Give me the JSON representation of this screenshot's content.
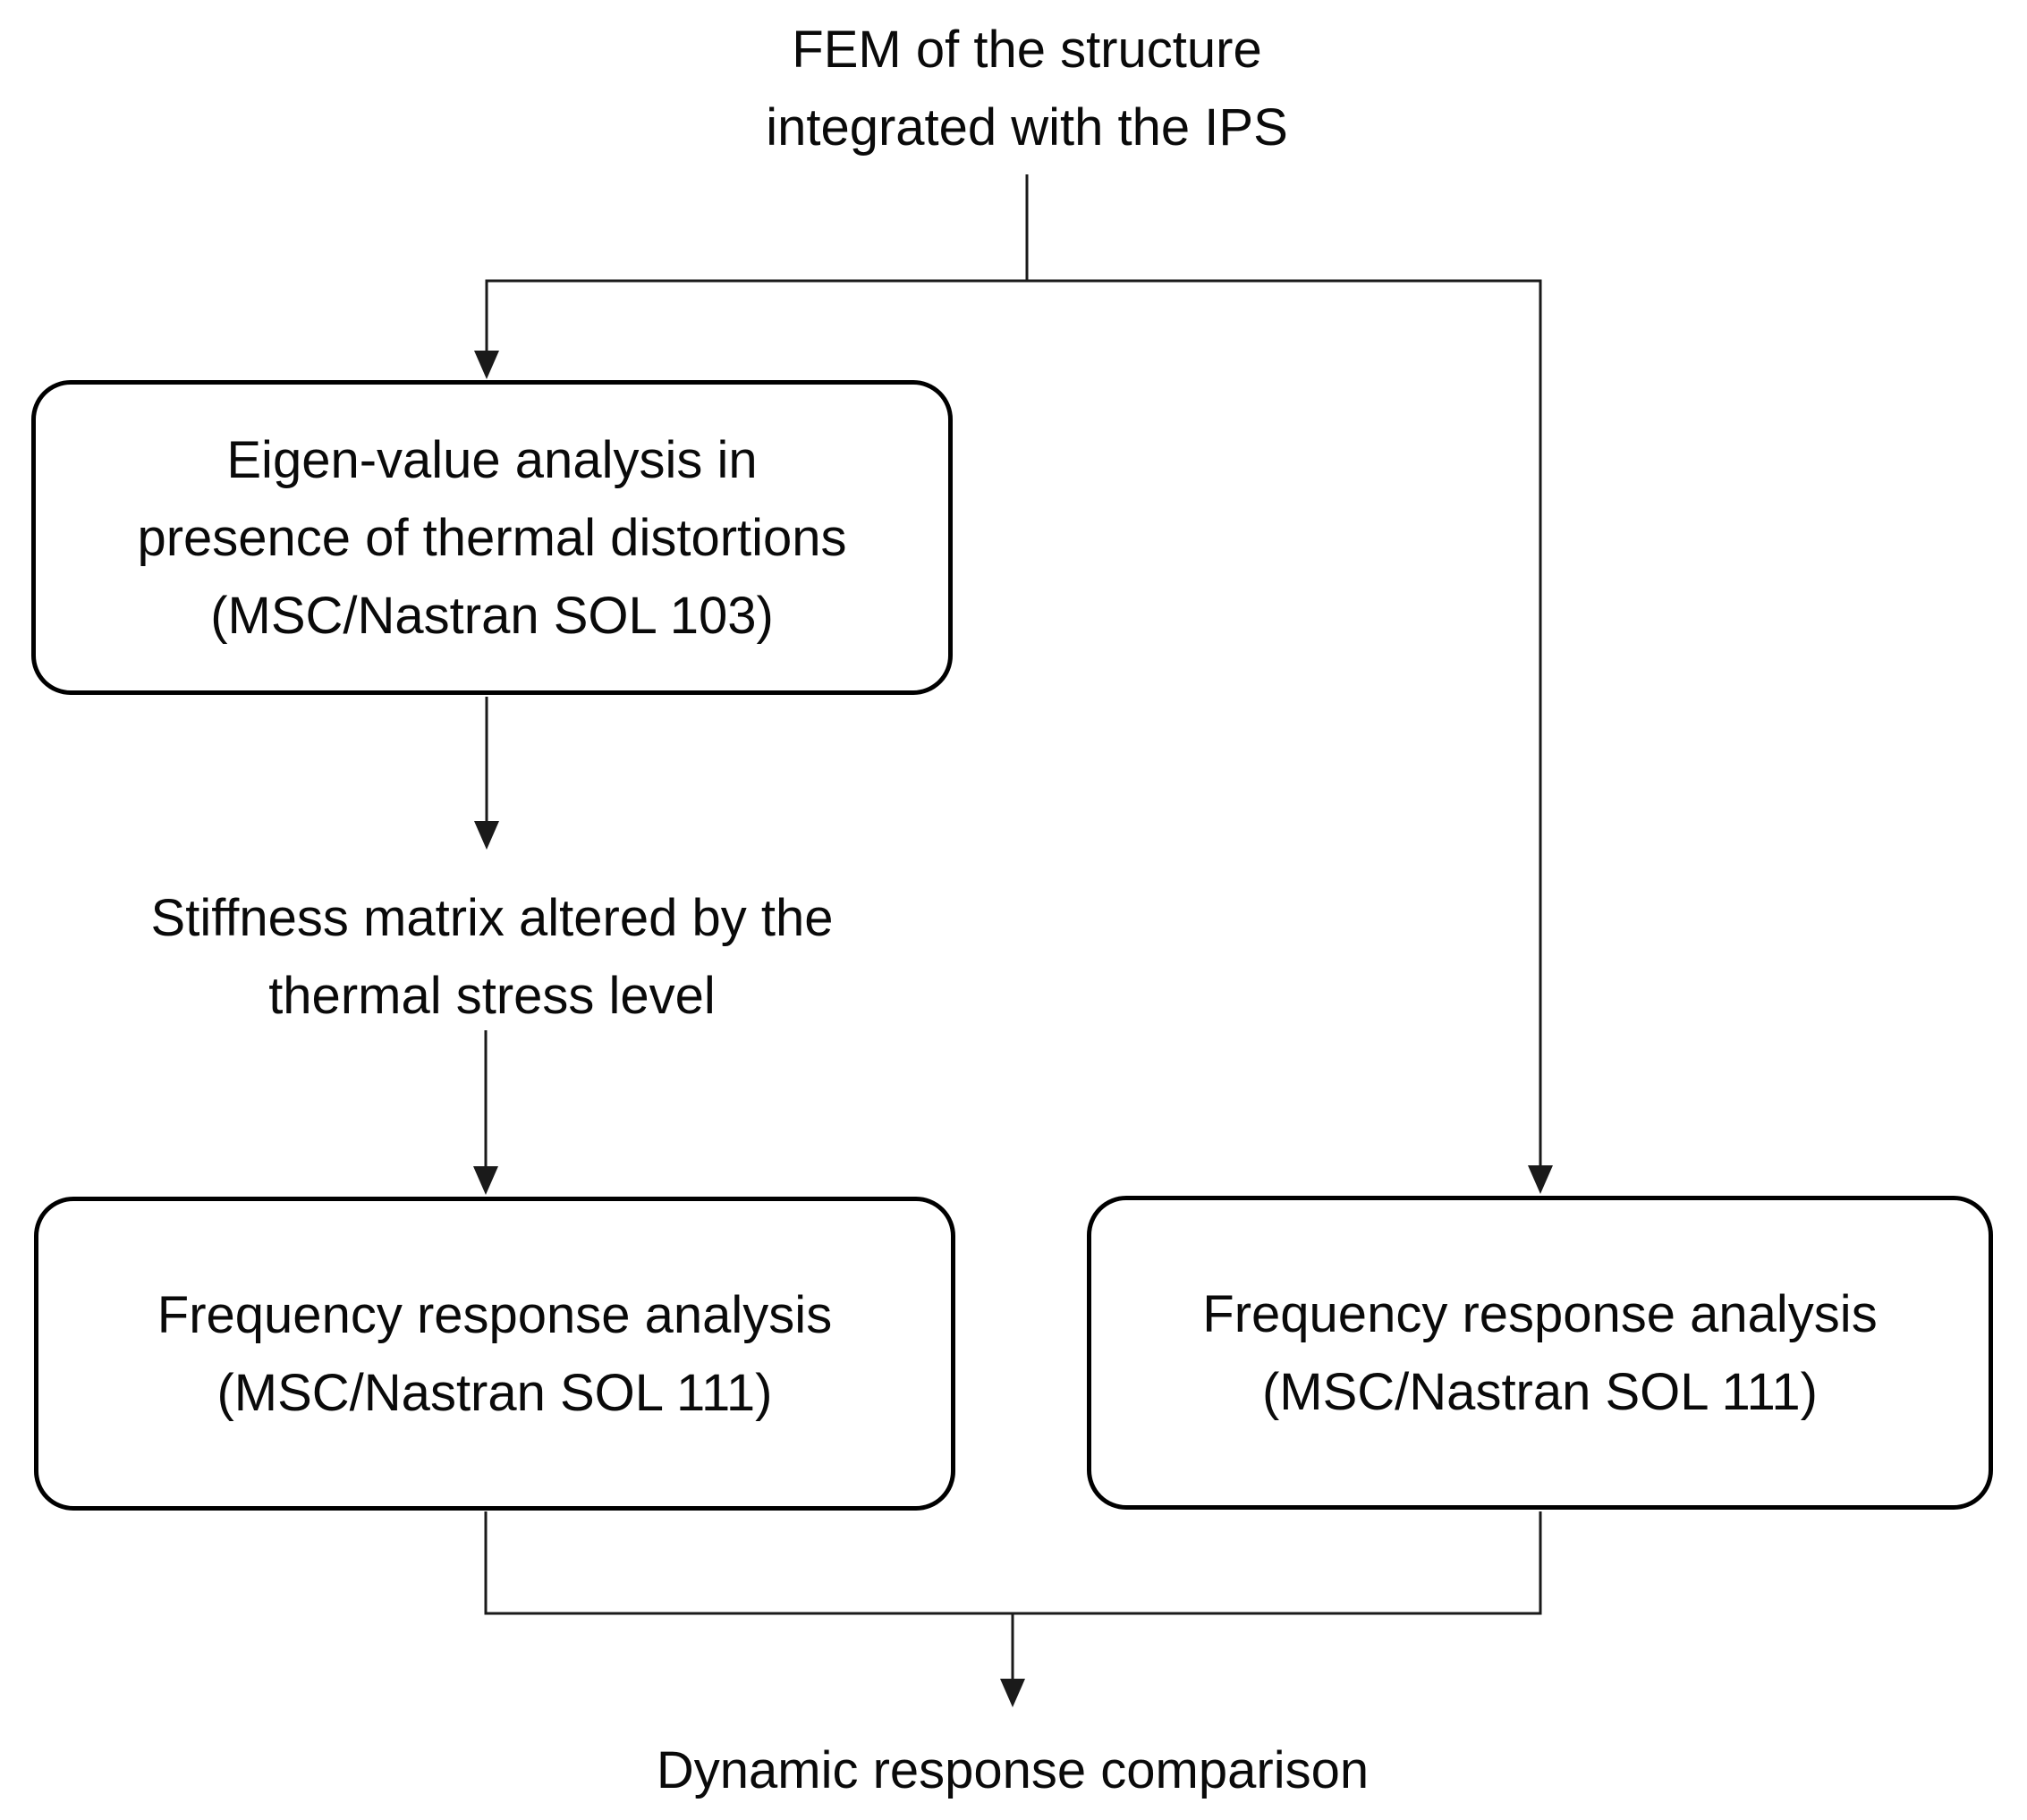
{
  "diagram": {
    "fem_node": {
      "lines": [
        "FEM of the structure",
        "integrated with the IPS"
      ]
    },
    "eigen_box": {
      "lines": [
        "Eigen-value analysis in",
        "presence of thermal distortions",
        "(MSC/Nastran SOL 103)"
      ]
    },
    "stiffness_node": {
      "lines": [
        "Stiffness matrix altered by the",
        "thermal stress level"
      ]
    },
    "freq_left_box": {
      "lines": [
        "Frequency response analysis",
        "(MSC/Nastran SOL 111)"
      ]
    },
    "freq_right_box": {
      "lines": [
        "Frequency response analysis",
        "(MSC/Nastran SOL 111)"
      ]
    },
    "result_node": {
      "lines": [
        "Dynamic response comparison"
      ]
    },
    "colors": {
      "connector": "#1a1a1a",
      "box_border": "#000000",
      "text": "#0a0a0a",
      "background": "#ffffff"
    }
  }
}
